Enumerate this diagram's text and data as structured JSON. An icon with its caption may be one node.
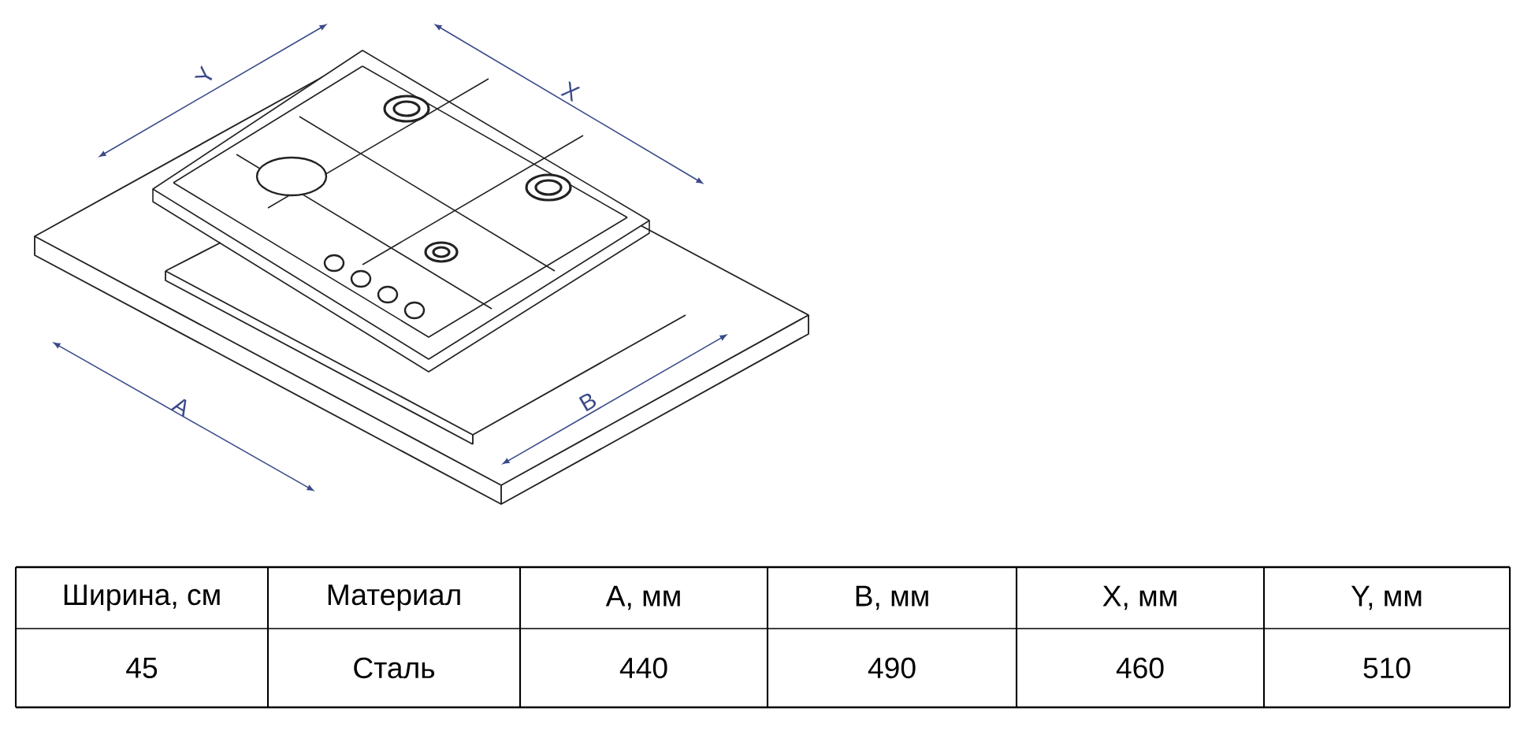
{
  "diagram": {
    "labels": [
      "Y",
      "X",
      "A",
      "B",
      "Ширина, см",
      "Материал",
      "A, мм",
      "B, мм",
      "X, мм",
      "Y, мм",
      "45",
      "Сталь",
      "440",
      "490",
      "460",
      "510"
    ]
  }
}
